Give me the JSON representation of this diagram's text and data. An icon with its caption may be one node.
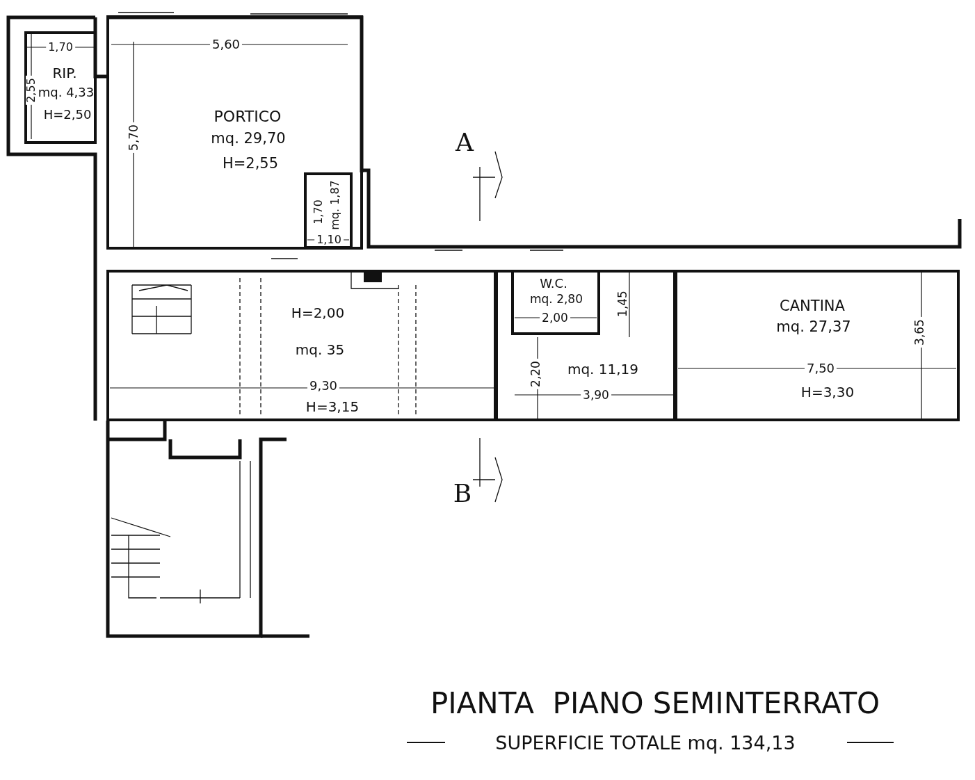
{
  "diagram": {
    "title": "PIANTA  PIANO SEMINTERRATO",
    "caption": "SUPERFICIE TOTALE mq. 134,13",
    "nodes": [
      {
        "text": [
          "RIP.",
          "mq. 4,33",
          "H=2,50"
        ]
      },
      {
        "text": [
          "PORTICO",
          "mq. 29,70",
          "H=2,55"
        ]
      },
      {
        "text": [
          "mq. 1,87"
        ],
        "in": 1
      },
      {
        "text": [
          "H=2,00",
          "mq. 35",
          "H=3,15"
        ]
      },
      {
        "text": [
          "mq. 11,19"
        ]
      },
      {
        "text": [
          "W.C.",
          "mq. 2,80"
        ],
        "in": 4
      },
      {
        "text": [
          "CANTINA",
          "mq. 27,37",
          "H=3,30"
        ]
      }
    ],
    "labels": [
      "5,60",
      "1,70",
      "2,55",
      "5,70",
      "A",
      "1,70",
      "1,10",
      "1,45",
      "2,00",
      "3,65",
      "7,50",
      "2,20",
      "9,30",
      "3,90",
      "B"
    ]
  }
}
